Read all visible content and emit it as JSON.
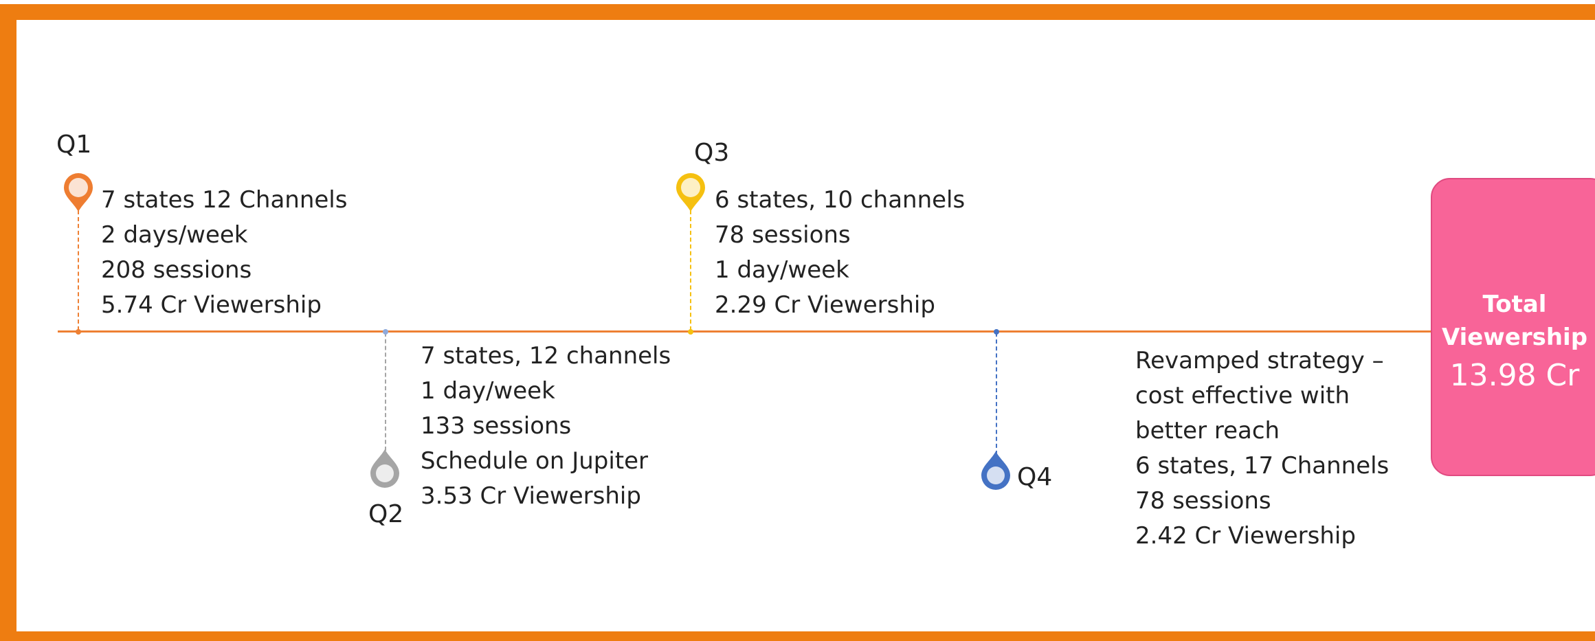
{
  "total": {
    "line1": "Total",
    "line2": "Viewership",
    "value": "13.98 Cr"
  },
  "milestones": [
    {
      "label": "Q1",
      "color": "#ee7d31",
      "lines": [
        "7 states 12 Channels",
        "2 days/week",
        "208 sessions",
        "5.74 Cr Viewership"
      ]
    },
    {
      "label": "Q2",
      "color": "#a5a5a5",
      "lines": [
        "7 states, 12 channels",
        "1 day/week",
        "133 sessions",
        "Schedule on Jupiter",
        "3.53 Cr Viewership"
      ]
    },
    {
      "label": "Q3",
      "color": "#f5c010",
      "lines": [
        "6 states, 10 channels",
        "78 sessions",
        "1 day/week",
        "2.29 Cr Viewership"
      ]
    },
    {
      "label": "Q4",
      "color": "#4472c4",
      "lines": [
        "Revamped strategy –",
        "cost effective with",
        "better reach",
        "6 states, 17 Channels",
        "78 sessions",
        "2.42 Cr Viewership"
      ]
    }
  ],
  "colors": {
    "frame": "#ee7d11",
    "timeline": "#ee8033",
    "total_box": "#f86498"
  }
}
